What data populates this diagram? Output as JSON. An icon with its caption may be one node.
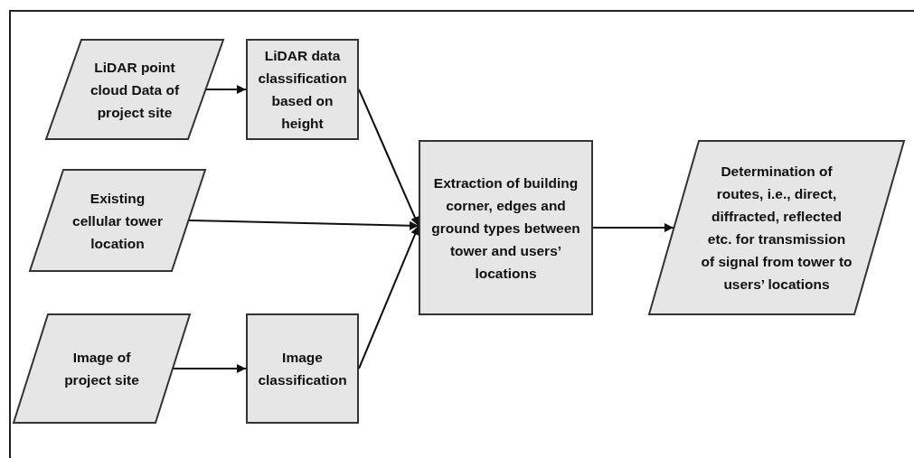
{
  "diagram": {
    "nodes": [
      {
        "text": [
          "LiDAR point cloud Data of project site"
        ]
      },
      {
        "text": [
          "LiDAR data classification based on height"
        ]
      },
      {
        "text": [
          "Existing cellular tower location"
        ]
      },
      {
        "text": [
          "Image of project site"
        ]
      },
      {
        "text": [
          "Image classification"
        ]
      },
      {
        "text": [
          "Extraction of building corner, edges and ground types between tower and users’ locations"
        ]
      },
      {
        "text": [
          "Determination of routes, i.e., direct, diffracted, reflected etc. for transmission of signal from tower to users’ locations"
        ]
      }
    ],
    "edges": [
      {
        "from": 0,
        "to": 1,
        "arrow": "to"
      },
      {
        "from": 1,
        "to": 5,
        "arrow": "to"
      },
      {
        "from": 2,
        "to": 5,
        "arrow": "to"
      },
      {
        "from": 3,
        "to": 4,
        "arrow": "to"
      },
      {
        "from": 4,
        "to": 5,
        "arrow": "to"
      },
      {
        "from": 5,
        "to": 6,
        "arrow": "to"
      }
    ]
  }
}
